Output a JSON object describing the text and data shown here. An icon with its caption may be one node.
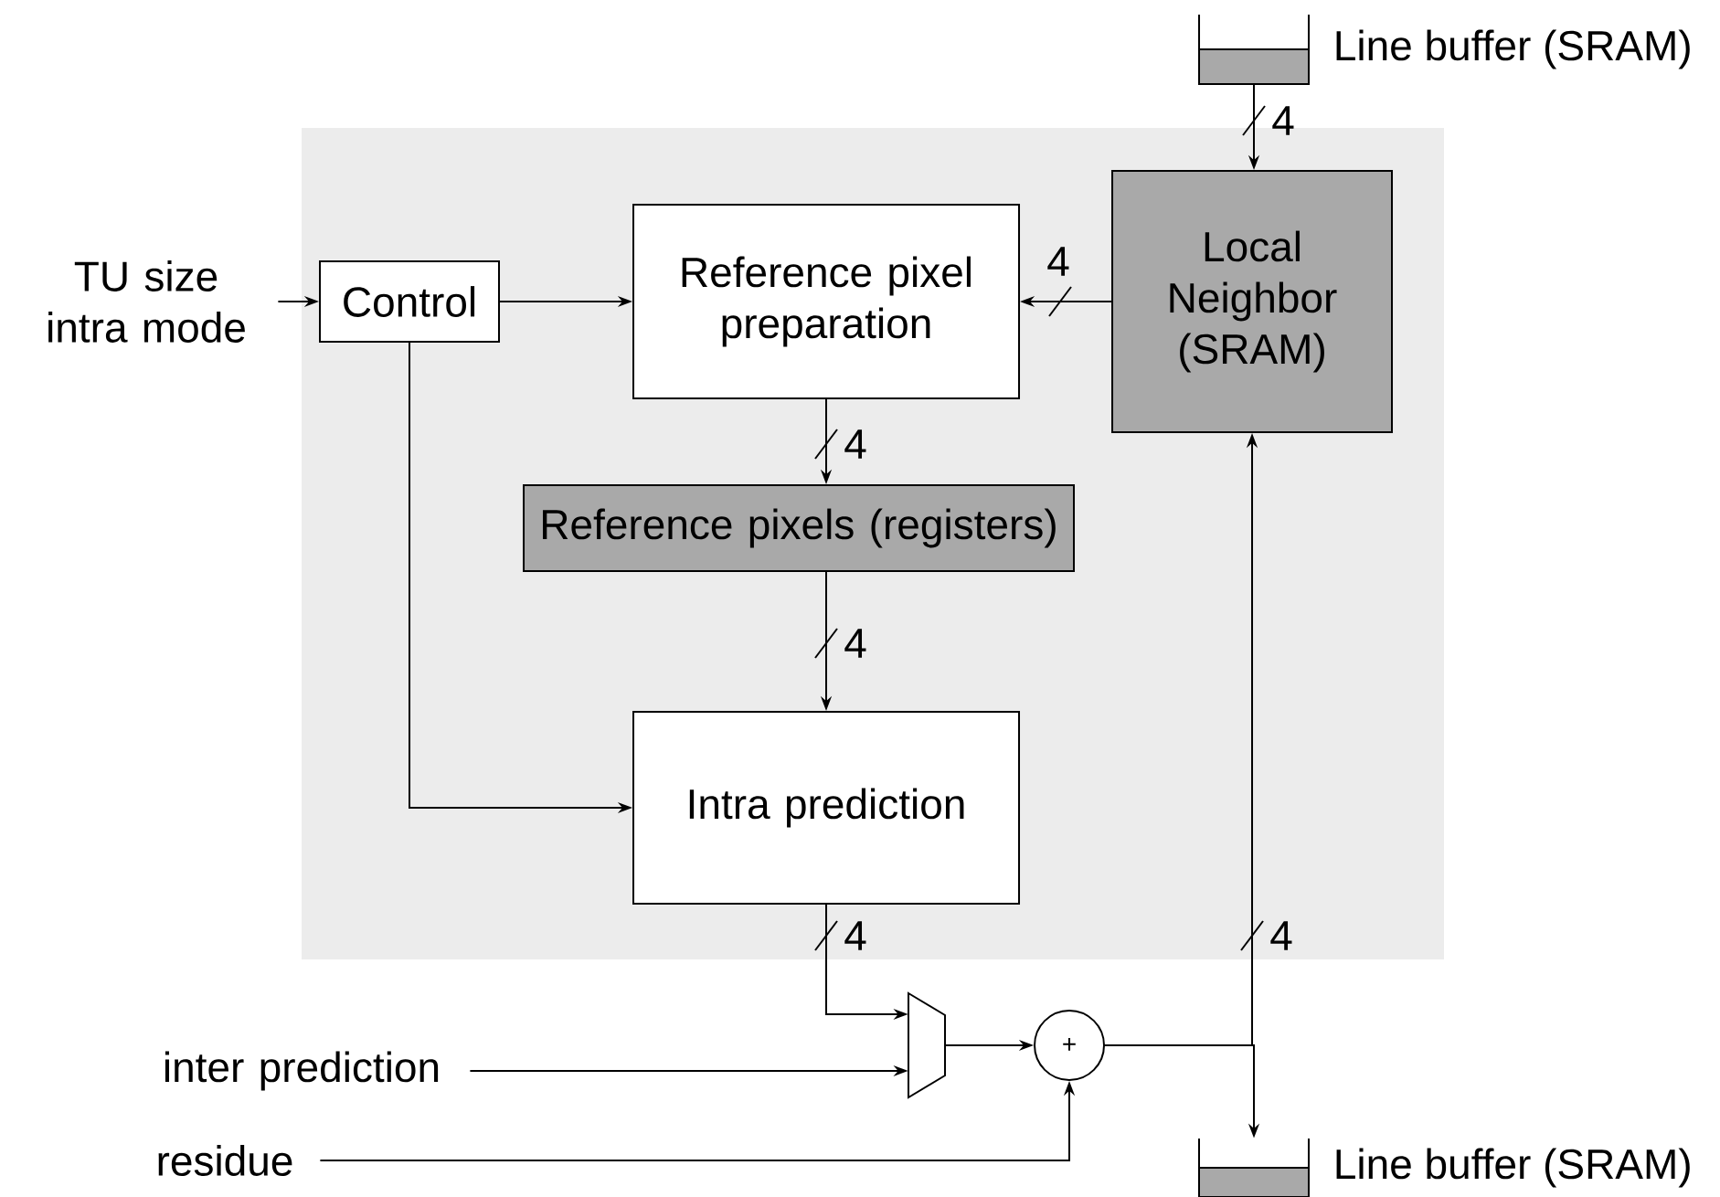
{
  "diagram": {
    "nodes": [
      {
        "text": [
          "TU size intra mode"
        ]
      },
      {
        "text": [
          "Control"
        ]
      },
      {
        "text": [
          "Reference pixel preparation"
        ]
      },
      {
        "text": [
          "Local Neighbor (SRAM)"
        ]
      },
      {
        "text": [],
        "shape": "box",
        "beside": [
          "Line buffer (SRAM)"
        ]
      },
      {
        "text": [
          "Reference pixels (registers)"
        ]
      },
      {
        "text": [
          "Intra prediction"
        ]
      },
      {
        "text": [],
        "shape": "trapezoid"
      },
      {
        "text": [
          "+"
        ]
      },
      {
        "text": [
          "inter prediction"
        ]
      },
      {
        "text": [
          "residue"
        ]
      },
      {
        "text": [],
        "shape": "box",
        "beside": [
          "Line buffer (SRAM)"
        ]
      }
    ],
    "edges": [
      {
        "from": 0,
        "to": 1,
        "arrow": "to"
      },
      {
        "from": 1,
        "to": 2,
        "arrow": "to"
      },
      {
        "from": 3,
        "to": 2,
        "arrow": "to",
        "label": "4"
      },
      {
        "from": 4,
        "to": 3,
        "arrow": "to",
        "label": "4"
      },
      {
        "from": 2,
        "to": 5,
        "arrow": "to",
        "label": "4"
      },
      {
        "from": 5,
        "to": 6,
        "arrow": "to",
        "label": "4"
      },
      {
        "from": 1,
        "to": 6,
        "arrow": "to"
      },
      {
        "from": 6,
        "to": 7,
        "arrow": "to",
        "label": "4"
      },
      {
        "from": 9,
        "to": 7,
        "arrow": "to"
      },
      {
        "from": 7,
        "to": 8,
        "arrow": "to"
      },
      {
        "from": 10,
        "to": 8,
        "arrow": "to"
      },
      {
        "from": 8,
        "to": 3,
        "arrow": "to",
        "label": "4"
      },
      {
        "from": 8,
        "to": 11,
        "arrow": "to"
      }
    ]
  }
}
